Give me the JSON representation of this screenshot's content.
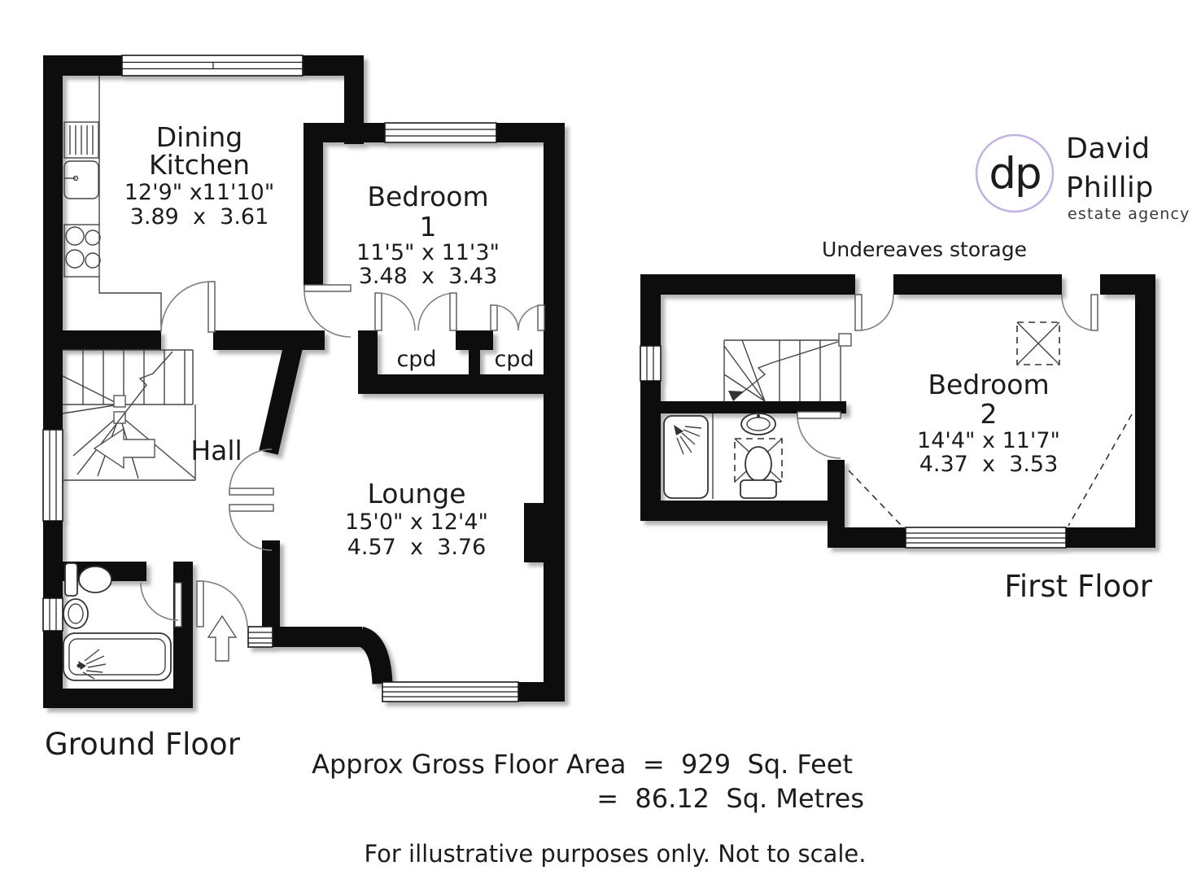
{
  "logo": {
    "monogram": "dp",
    "name1": "David",
    "name2": "Phillip",
    "tagline": "estate agency",
    "circle_color": "#c3b1e6"
  },
  "ground": {
    "floor_label": "Ground Floor",
    "dining_kitchen": {
      "line1": "Dining",
      "line2": "Kitchen",
      "imperial": "12'9\" x11'10\"",
      "metric": "3.89  x  3.61"
    },
    "bedroom1": {
      "line1": "Bedroom",
      "line2": "1",
      "imperial": "11'5\" x 11'3\"",
      "metric": "3.48  x  3.43"
    },
    "hall": {
      "name": "Hall"
    },
    "lounge": {
      "name": "Lounge",
      "imperial": "15'0\" x 12'4\"",
      "metric": "4.57  x  3.76"
    },
    "cupboard1": "cpd",
    "cupboard2": "cpd"
  },
  "first": {
    "floor_label": "First Floor",
    "storage": "Undereaves storage",
    "bedroom2": {
      "line1": "Bedroom",
      "line2": "2",
      "imperial": "14'4\" x 11'7\"",
      "metric": "4.37  x  3.53"
    }
  },
  "footer": {
    "area_feet": "Approx Gross Floor Area  =  929  Sq. Feet",
    "area_metres": "=  86.12  Sq. Metres",
    "disclaimer": "For illustrative purposes only. Not to scale."
  }
}
